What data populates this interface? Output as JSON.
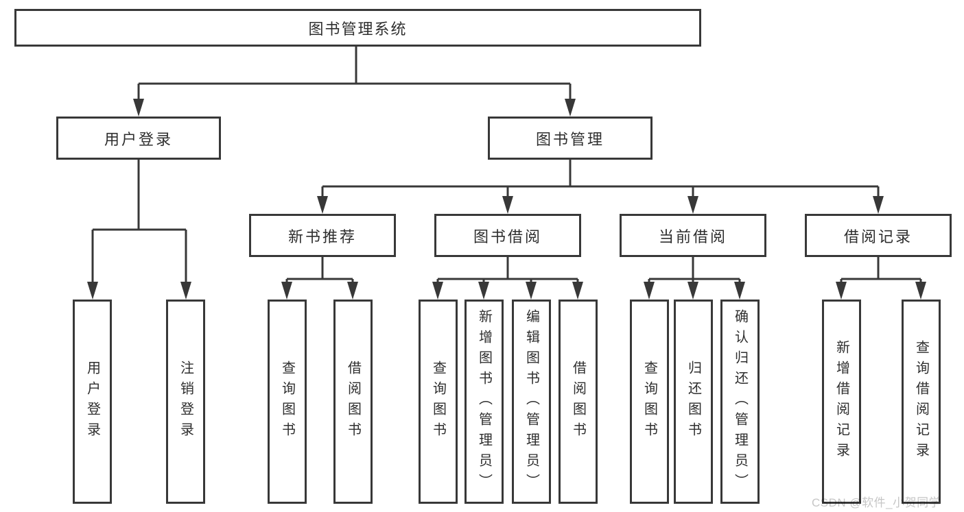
{
  "tree": {
    "label": "图书管理系统",
    "children": [
      {
        "label": "用户登录",
        "children": [
          {
            "label": "用户登录"
          },
          {
            "label": "注销登录"
          }
        ]
      },
      {
        "label": "图书管理",
        "children": [
          {
            "label": "新书推荐",
            "children": [
              {
                "label": "查询图书"
              },
              {
                "label": "借阅图书"
              }
            ]
          },
          {
            "label": "图书借阅",
            "children": [
              {
                "label": "查询图书"
              },
              {
                "label": "新增图书（管理员）"
              },
              {
                "label": "编辑图书（管理员）"
              },
              {
                "label": "借阅图书"
              }
            ]
          },
          {
            "label": "当前借阅",
            "children": [
              {
                "label": "查询图书"
              },
              {
                "label": "归还图书"
              },
              {
                "label": "确认归还（管理员）"
              }
            ]
          },
          {
            "label": "借阅记录",
            "children": [
              {
                "label": "新增借阅记录"
              },
              {
                "label": "查询借阅记录"
              }
            ]
          }
        ]
      }
    ]
  },
  "watermark": {
    "text": "CSDN @软件_小贺同学"
  },
  "colors": {
    "line": "#383838",
    "box_border": "#383838",
    "text": "#2e2e2e",
    "watermark_text": "#c6c6c6",
    "background": "#ffffff"
  }
}
